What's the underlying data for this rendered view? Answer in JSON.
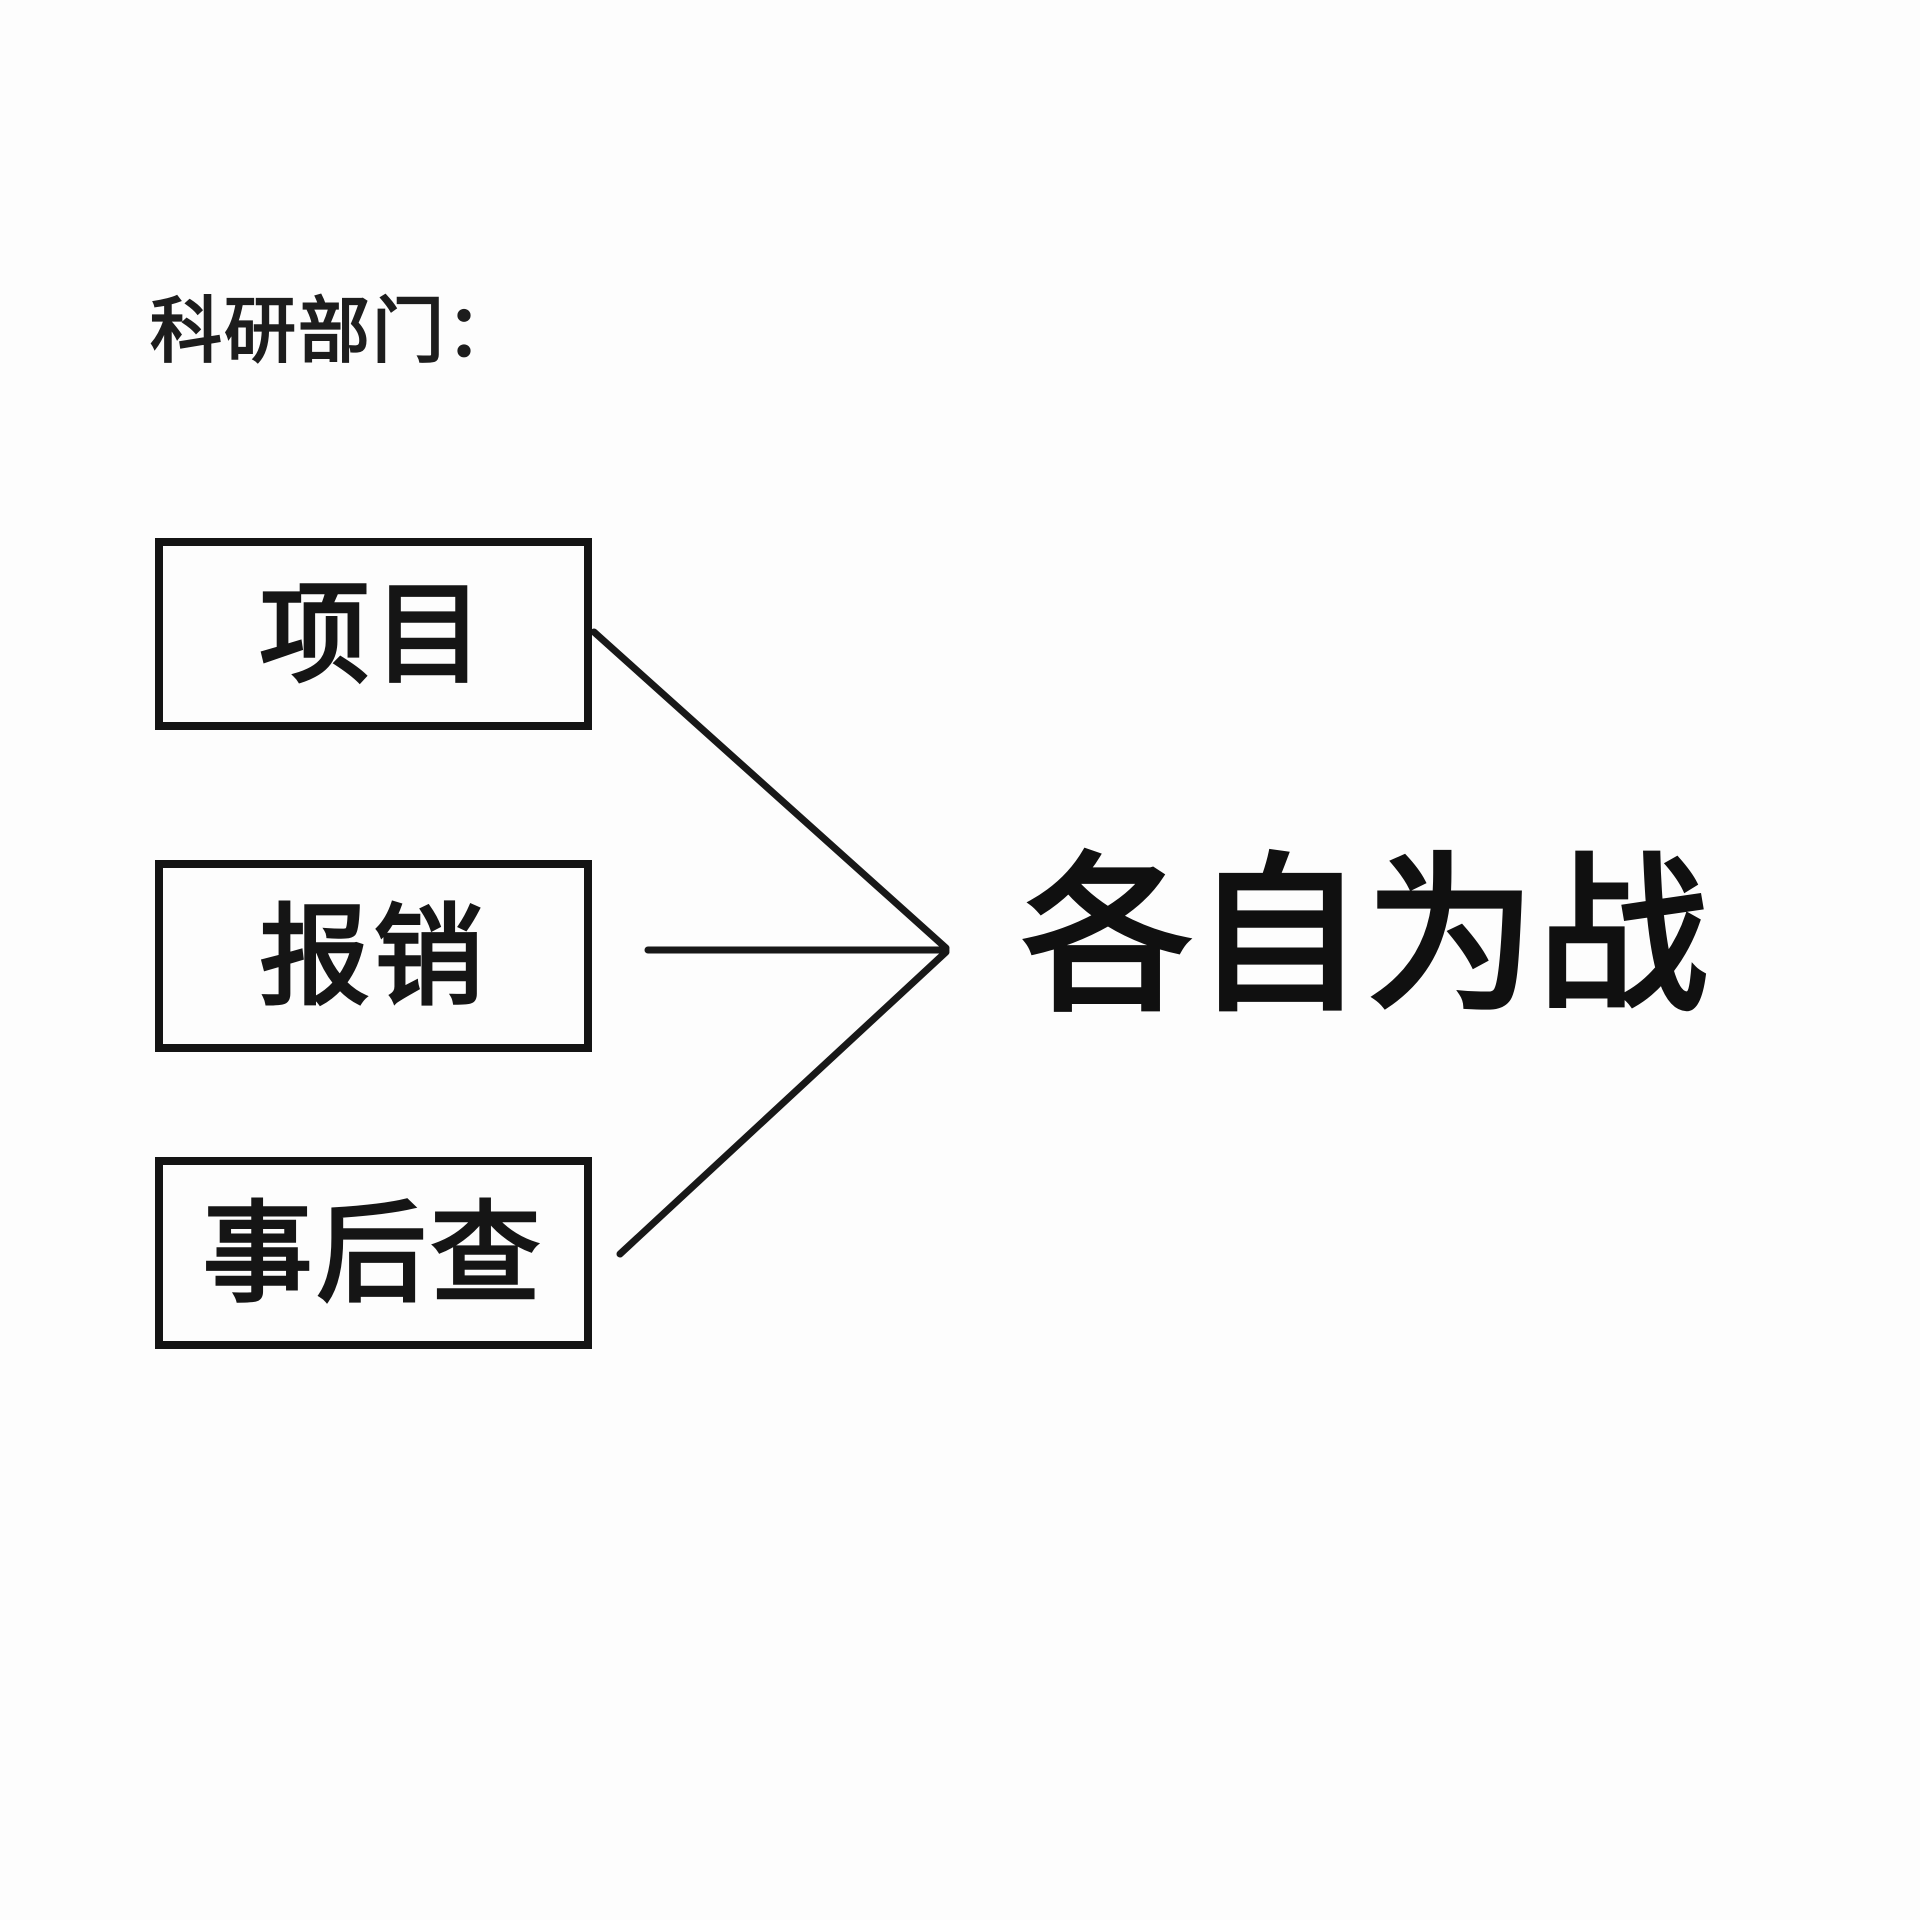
{
  "page": {
    "background_color": "#fdfdfd",
    "ink_color": "#181818"
  },
  "header": {
    "label": "科研部门："
  },
  "diagram": {
    "boxes": [
      {
        "id": "project",
        "label": "项目"
      },
      {
        "id": "reimbursement",
        "label": "报销"
      },
      {
        "id": "post-audit",
        "label": "事后查"
      }
    ],
    "result": {
      "label": "各自为战"
    },
    "connectors": {
      "count": 3,
      "description": "three lines converge into an arrow point toward result text"
    }
  }
}
